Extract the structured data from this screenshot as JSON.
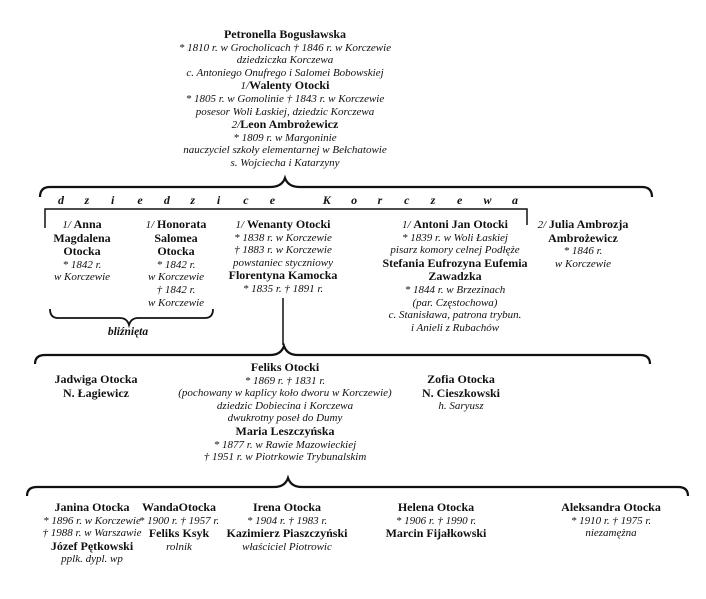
{
  "title_letters": [
    "d",
    "z",
    "i",
    "e",
    "d",
    "z",
    "i",
    "c",
    "e",
    "",
    "K",
    "o",
    "r",
    "c",
    "z",
    "e",
    "w",
    "a"
  ],
  "twins_label": "bliźnięta",
  "blocks": {
    "petronella": [
      {
        "b": "Petronella Bogusławska"
      },
      {
        "i": "* 1810 r. w Grocholicach † 1846 r. w Korczewie"
      },
      {
        "i": "dziedziczka Korczewa"
      },
      {
        "i": "c. Antoniego Onufrego i Salomei Bobowskiej"
      },
      {
        "pre": "1/",
        "b": "Walenty Otocki"
      },
      {
        "i": "* 1805 r. w Gomolinie † 1843 r. w Korczewie"
      },
      {
        "i": "posesor Woli Łaskiej, dziedzic Korczewa"
      },
      {
        "pre": "2/",
        "b": "Leon Ambrożewicz"
      },
      {
        "i": "* 1809 r. w Margoninie"
      },
      {
        "i": "nauczyciel szkoły elementarnej w Bełchatowie"
      },
      {
        "i": "s. Wojciecha i Katarzyny"
      }
    ],
    "anna": [
      {
        "pre": "1/ ",
        "b": "Anna"
      },
      {
        "b": "Magdalena"
      },
      {
        "b": "Otocka"
      },
      {
        "i": "* 1842 r."
      },
      {
        "i": "w Korczewie"
      }
    ],
    "honorata": [
      {
        "pre": "1/ ",
        "b": "Honorata"
      },
      {
        "b": "Salomea"
      },
      {
        "b": "Otocka"
      },
      {
        "i": "* 1842 r."
      },
      {
        "i": "w Korczewie"
      },
      {
        "i": "† 1842 r."
      },
      {
        "i": "w Korczewie"
      }
    ],
    "wenanty": [
      {
        "pre": "1/ ",
        "b": "Wenanty Otocki"
      },
      {
        "i": "* 1838 r. w Korczewie"
      },
      {
        "i": "† 1883 r. w Korczewie"
      },
      {
        "i": "powstaniec styczniowy"
      },
      {
        "b": "Florentyna Kamocka"
      },
      {
        "i": "* 1835 r. † 1891 r."
      }
    ],
    "antoni": [
      {
        "pre": "1/ ",
        "b": "Antoni Jan Otocki"
      },
      {
        "i": "* 1839 r. w Woli Łaskiej"
      },
      {
        "i": "pisarz komory celnej Podłęże"
      },
      {
        "b": "Stefania Eufrozyna Eufemia"
      },
      {
        "b": "Zawadzka"
      },
      {
        "i": "* 1844 r. w Brzezinach"
      },
      {
        "i": "(par. Częstochowa)"
      },
      {
        "i": "c. Stanisława, patrona trybun."
      },
      {
        "i": "i Anieli z Rubachów"
      }
    ],
    "julia": [
      {
        "pre": "2/ ",
        "b": "Julia Ambrozja"
      },
      {
        "b": "Ambrożewicz"
      },
      {
        "i": "* 1846 r."
      },
      {
        "i": "w Korczewie"
      }
    ],
    "jadwiga": [
      {
        "b": "Jadwiga Otocka"
      },
      {
        "b": "N. Łagiewicz"
      }
    ],
    "feliks": [
      {
        "b": "Feliks Otocki"
      },
      {
        "i": "* 1869 r. † 1831 r."
      },
      {
        "i": "(pochowany w kaplicy koło dworu w Korczewie)"
      },
      {
        "i": "dziedzic Dobiecina i Korczewa"
      },
      {
        "i": "dwukrotny poseł do Dumy"
      },
      {
        "b": "Maria Leszczyńska"
      },
      {
        "i": "* 1877 r. w Rawie Mazowieckiej"
      },
      {
        "i": "† 1951 r. w Piotrkowie Trybunalskim"
      }
    ],
    "zofia": [
      {
        "b": "Zofia Otocka"
      },
      {
        "b": "N. Cieszkowski"
      },
      {
        "i": "h. Saryusz"
      }
    ],
    "janina": [
      {
        "b": "Janina Otocka"
      },
      {
        "i": "* 1896 r. w Korczewie"
      },
      {
        "i": "† 1988 r. w Warszawie"
      },
      {
        "b": "Józef Pętkowski"
      },
      {
        "i": "pplk. dypl. wp"
      }
    ],
    "wanda": [
      {
        "b": "WandaOtocka"
      },
      {
        "i": "* 1900 r. † 1957 r."
      },
      {
        "b": "Feliks Ksyk"
      },
      {
        "i": "rolnik"
      }
    ],
    "irena": [
      {
        "b": "Irena Otocka"
      },
      {
        "i": "* 1904 r. † 1983 r."
      },
      {
        "b": "Kazimierz Piaszczyński"
      },
      {
        "i": "właściciel Piotrowic"
      }
    ],
    "helena": [
      {
        "b": "Helena Otocka"
      },
      {
        "i": "* 1906 r. † 1990 r."
      },
      {
        "b": "Marcin Fijałkowski"
      }
    ],
    "aleksandra": [
      {
        "b": "Aleksandra Otocka"
      },
      {
        "i": "* 1910 r. † 1975 r."
      },
      {
        "i": "niezamężna"
      }
    ]
  }
}
